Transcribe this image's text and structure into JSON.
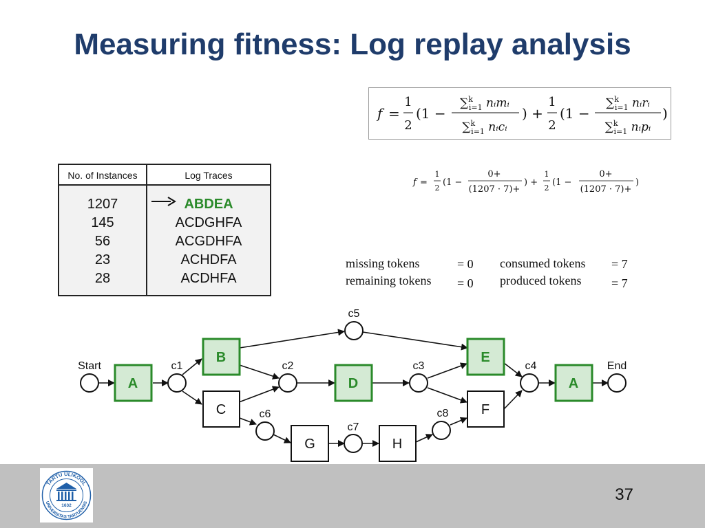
{
  "slide": {
    "title": "Measuring fitness: Log replay analysis",
    "page_number": "37"
  },
  "table": {
    "headers": [
      "No. of Instances",
      "Log Traces"
    ],
    "rows": [
      {
        "instances": "1207",
        "trace": "ABDEA",
        "highlighted": true
      },
      {
        "instances": "145",
        "trace": "ACDGHFA",
        "highlighted": false
      },
      {
        "instances": "56",
        "trace": "ACGDHFA",
        "highlighted": false
      },
      {
        "instances": "23",
        "trace": "ACHDFA",
        "highlighted": false
      },
      {
        "instances": "28",
        "trace": "ACDHFA",
        "highlighted": false
      }
    ]
  },
  "tokens": {
    "missing_label": "missing tokens",
    "missing_value": "= 0",
    "remaining_label": "remaining tokens",
    "remaining_value": "= 0",
    "consumed_label": "consumed tokens",
    "consumed_value": "= 7",
    "produced_label": "produced tokens",
    "produced_value": "= 7"
  },
  "formula_instance": {
    "numerator_1": "0+",
    "denominator_1": "(1207 · 7)+",
    "numerator_2": "0+",
    "denominator_2": "(1207 · 7)+"
  },
  "petri_net": {
    "places": {
      "start": "Start",
      "c1": "c1",
      "c2": "c2",
      "c3": "c3",
      "c4": "c4",
      "c5": "c5",
      "c6": "c6",
      "c7": "c7",
      "c8": "c8",
      "end": "End"
    },
    "transitions": {
      "a1": "A",
      "b": "B",
      "c": "C",
      "d": "D",
      "e": "E",
      "f": "F",
      "g": "G",
      "h": "H",
      "a2": "A"
    }
  },
  "logo": {
    "top_text": "TARTU ÜLIKOOL",
    "bottom_text": "UNIVERSITAS TARTUENSIS",
    "year": "1632"
  },
  "colors": {
    "title": "#1f3c6b",
    "highlight_green": "#2a8a2a",
    "highlight_fill": "#d4ead4",
    "footer": "#c0c0c0"
  }
}
